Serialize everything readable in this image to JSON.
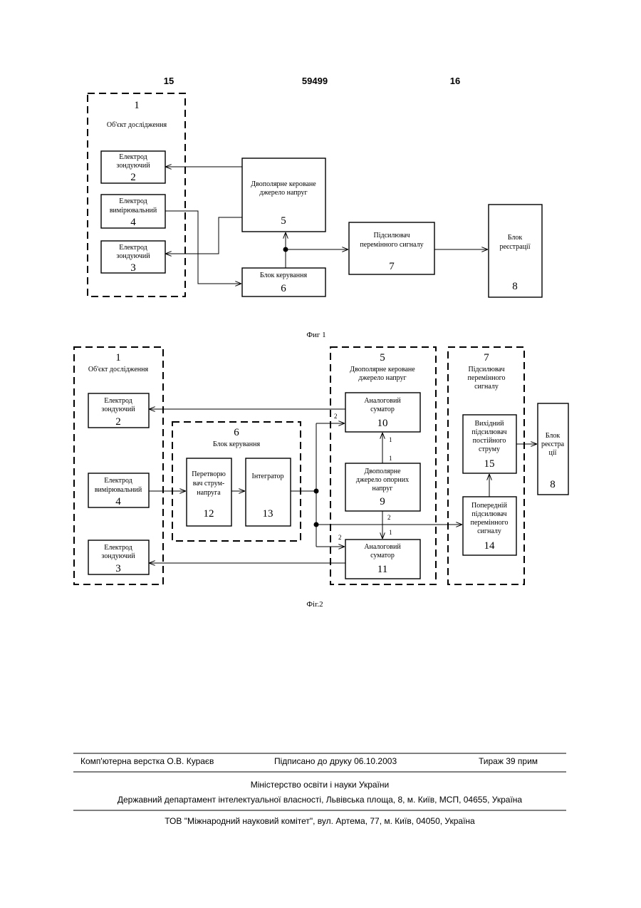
{
  "header": {
    "left_page": "15",
    "patent_number": "59499",
    "right_page": "16"
  },
  "fig1": {
    "caption": "Фиг 1",
    "object": {
      "num": "1",
      "title": "Об'єкт дослідження"
    },
    "electrode2": {
      "line1": "Електрод",
      "line2": "зондуючий",
      "num": "2"
    },
    "electrode4": {
      "line1": "Електрод",
      "line2": "вимірювальний",
      "num": "4"
    },
    "electrode3": {
      "line1": "Електрод",
      "line2": "зондуючий",
      "num": "3"
    },
    "source5": {
      "line1": "Двополярне  кероване",
      "line2": "джерело напруг",
      "num": "5"
    },
    "control6": {
      "label": "Блок керування",
      "num": "6"
    },
    "amp7": {
      "line1": "Підсилювач",
      "line2": "перемінного сигналу",
      "num": "7"
    },
    "reg8": {
      "line1": "Блок",
      "line2": "реєстрації",
      "num": "8"
    }
  },
  "fig2": {
    "caption": "Фіг.2",
    "object": {
      "num": "1",
      "title": "Об'єкт дослідження"
    },
    "electrode2": {
      "line1": "Електрод",
      "line2": "зондуючий",
      "num": "2"
    },
    "electrode4": {
      "line1": "Електрод",
      "line2": "вимірювальний",
      "num": "4"
    },
    "electrode3": {
      "line1": "Електрод",
      "line2": "зондуючий",
      "num": "3"
    },
    "control6": {
      "num": "6",
      "title": "Блок керування"
    },
    "conv12": {
      "line1": "Перетворю",
      "line2": "вач струм-",
      "line3": "напруга",
      "num": "12"
    },
    "integ13": {
      "label": "Інтегратор",
      "num": "13"
    },
    "source5": {
      "num": "5",
      "line1": "Двополярне  кероване",
      "line2": "джерело напруг"
    },
    "sum10": {
      "line1": "Аналоговий",
      "line2": "суматор",
      "num": "10"
    },
    "ref9": {
      "line1": "Двополярне",
      "line2": "джерело опорних",
      "line3": "напруг",
      "num": "9"
    },
    "sum11": {
      "line1": "Аналоговий",
      "line2": "суматор",
      "num": "11"
    },
    "amp7": {
      "num": "7",
      "line1": "Підсилювач",
      "line2": "перемінного",
      "line3": "сигналу"
    },
    "out15": {
      "line1": "Вихідний",
      "line2": "підсилювач",
      "line3": "постійного",
      "line4": "струму",
      "num": "15"
    },
    "pre14": {
      "line1": "Попередній",
      "line2": "підсилювач",
      "line3": "перемінного",
      "line4": "сигналу",
      "num": "14"
    },
    "reg8": {
      "line1": "Блок",
      "line2": "реєстра",
      "line3": "ції",
      "num": "8"
    },
    "port_labels": {
      "p1a": "1",
      "p1b": "1",
      "p2a": "2",
      "p2b": "2",
      "p2c": "2",
      "p1c": "1"
    }
  },
  "footer": {
    "layout": "Комп'ютерна верстка О.В. Кураєв",
    "signed": "Підписано до друку 06.10.2003",
    "circulation": "Тираж 39 прим",
    "ministry": "Міністерство освіти і науки України",
    "department": "Державний департамент інтелектуальної власності, Львівська площа, 8, м. Київ, МСП, 04655, Україна",
    "publisher": "ТОВ \"Міжнародний науковий комітет\", вул. Артема, 77, м. Київ, 04050, Україна"
  }
}
